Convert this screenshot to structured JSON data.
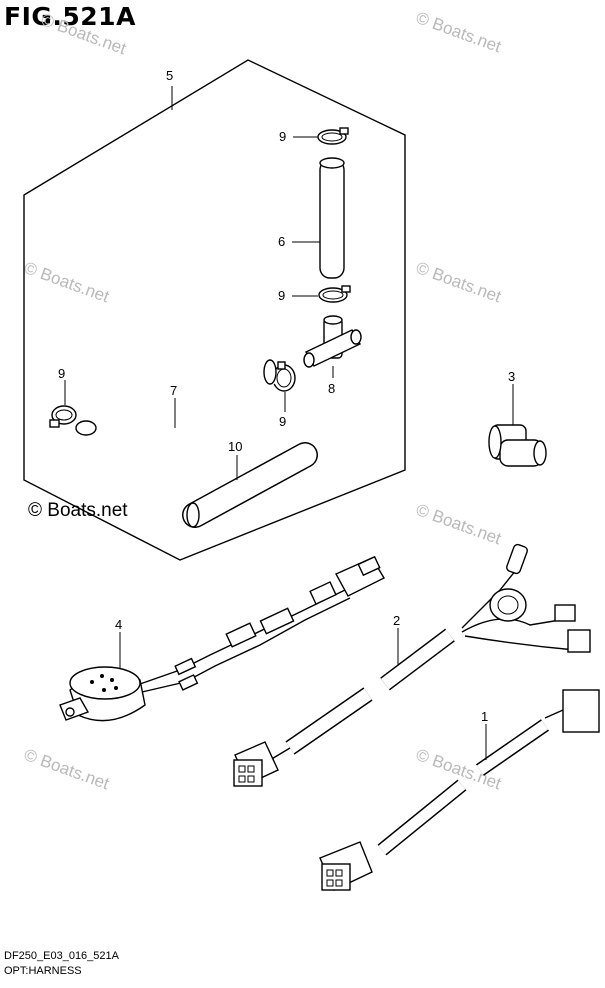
{
  "figure": {
    "title": "FIG.521A",
    "model_code": "DF250_E03_016_521A",
    "group_name": "OPT:HARNESS"
  },
  "watermark": {
    "text": "© Boats.net",
    "prominent_text": "© Boats.net"
  },
  "callouts": [
    {
      "id": "1",
      "label": "1"
    },
    {
      "id": "2",
      "label": "2"
    },
    {
      "id": "3",
      "label": "3"
    },
    {
      "id": "4",
      "label": "4"
    },
    {
      "id": "5",
      "label": "5"
    },
    {
      "id": "6",
      "label": "6"
    },
    {
      "id": "7",
      "label": "7"
    },
    {
      "id": "8",
      "label": "8"
    },
    {
      "id": "9a",
      "label": "9"
    },
    {
      "id": "9b",
      "label": "9"
    },
    {
      "id": "9c",
      "label": "9"
    },
    {
      "id": "9d",
      "label": "9"
    },
    {
      "id": "10",
      "label": "10"
    }
  ]
}
